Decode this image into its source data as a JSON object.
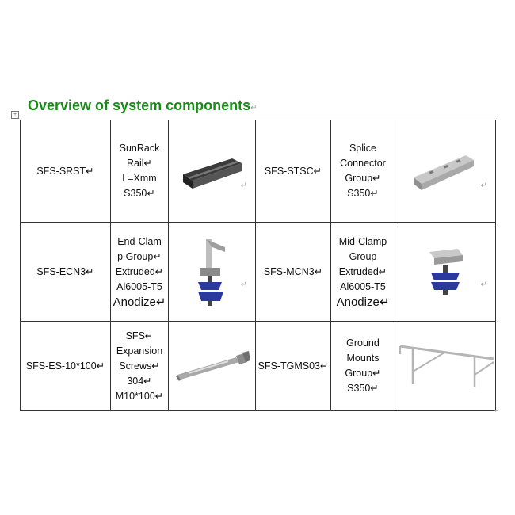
{
  "title": "Overview of system components",
  "paragraph_mark": "↵",
  "anchor_icon": "+",
  "rows": [
    {
      "code_a": "SFS-SRST↵",
      "desc_a": [
        "SunRack",
        "Rail↵",
        "L=Xmm",
        "S350↵"
      ],
      "image_a": "rail-profile-icon",
      "code_b": "SFS-STSC↵",
      "desc_b": [
        "Splice",
        "Connector",
        "Group↵",
        "S350↵"
      ],
      "image_b": "splice-connector-icon"
    },
    {
      "code_a": "SFS-ECN3↵",
      "desc_a": [
        "End-Clam",
        "p Group↵",
        "Extruded↵",
        "Al6005-T5"
      ],
      "desc_a_big": "Anodize↵",
      "image_a": "end-clamp-icon",
      "code_b": "SFS-MCN3↵",
      "desc_b": [
        "Mid-Clamp",
        "Group",
        "Extruded↵",
        "Al6005-T5"
      ],
      "desc_b_big": "Anodize↵",
      "image_b": "mid-clamp-icon"
    },
    {
      "code_a": "SFS-ES-10*100↵",
      "desc_a": [
        "SFS↵",
        "Expansion",
        "Screws↵",
        "304↵",
        "M10*100↵"
      ],
      "image_a": "expansion-screw-icon",
      "code_b": "SFS-TGMS03↵",
      "desc_b": [
        "Ground",
        "Mounts",
        "Group↵",
        "S350↵"
      ],
      "image_b": "ground-mount-frame-icon"
    }
  ],
  "colors": {
    "title": "#1a8a1a",
    "border": "#333333",
    "clamp_blue": "#2c3a9e"
  }
}
